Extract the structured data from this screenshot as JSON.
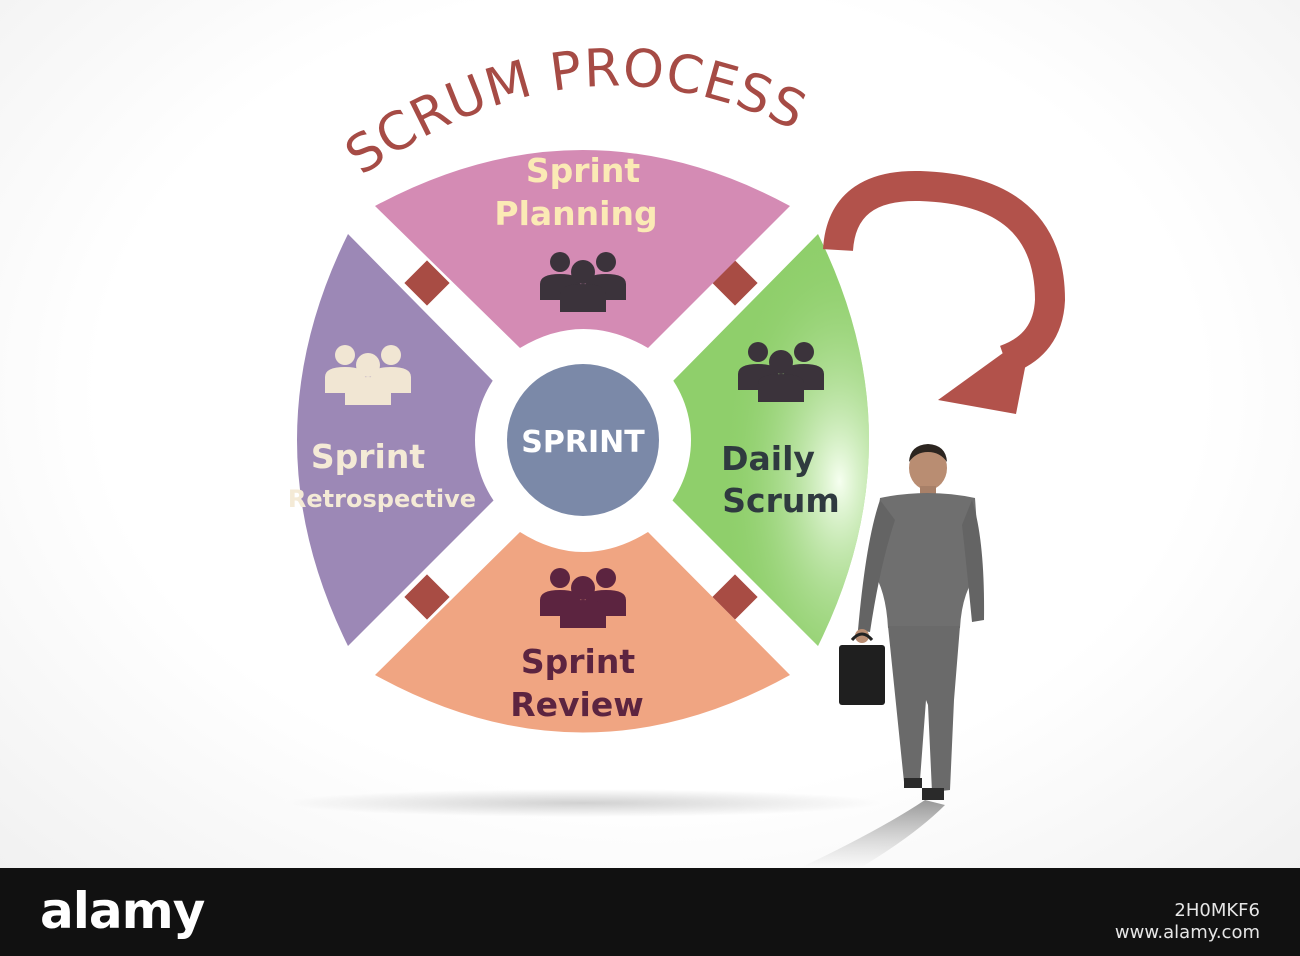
{
  "diagram": {
    "title": "SCRUM PROCESS",
    "center_label": "SPRINT",
    "segments": [
      {
        "line1": "Sprint",
        "line2": "Planning",
        "color": "#d48bb4",
        "text_color": "#fbeab5",
        "icon": "team-icon"
      },
      {
        "line1": "Daily",
        "line2": "Scrum",
        "color": "#8fcf6b",
        "text_color": "#2f3a3f",
        "icon": "team-icon"
      },
      {
        "line1": "Sprint",
        "line2": "Review",
        "color": "#f0a582",
        "text_color": "#5c2440",
        "icon": "team-icon"
      },
      {
        "line1": "Sprint",
        "line2": "Retrospective",
        "color": "#9c88b6",
        "text_color": "#f4ead6",
        "icon": "team-icon"
      }
    ],
    "colors": {
      "title": "#a64b45",
      "arrow": "#b2524b",
      "center": "#7b89a8",
      "connector": "#a84c44",
      "icon_dark": "#3b333b",
      "icon_light": "#f1e6d3"
    }
  },
  "footer": {
    "brand": "alamy",
    "stock_id": "2H0MKF6",
    "url": "www.alamy.com"
  }
}
